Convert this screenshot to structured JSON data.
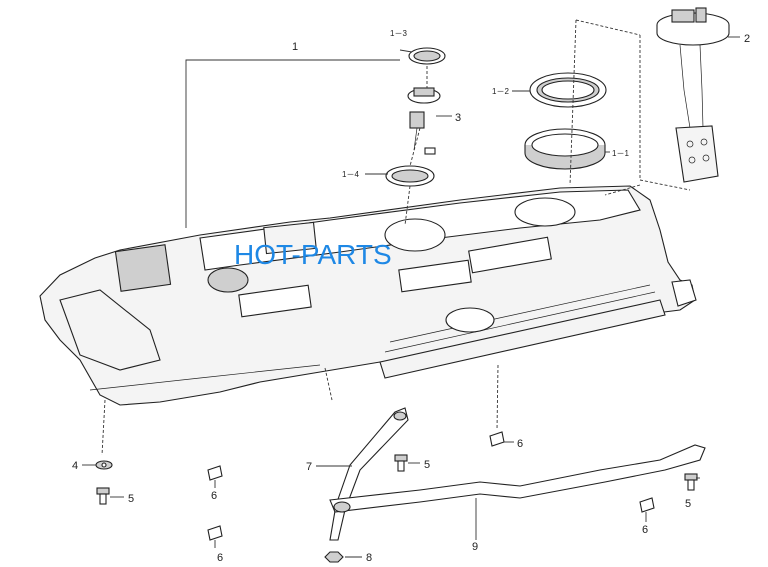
{
  "watermark": "HOT-PARTS",
  "callouts": {
    "c1": "1",
    "c1_1": "1－1",
    "c1_2": "1－2",
    "c1_3": "1－3",
    "c1_4": "1－4",
    "c2": "2",
    "c3": "3",
    "c4": "4",
    "c5a": "5",
    "c5b": "5",
    "c5c": "5",
    "c6a": "6",
    "c6b": "6",
    "c6c": "6",
    "c6d": "6",
    "c7": "7",
    "c8": "8",
    "c9": "9"
  }
}
